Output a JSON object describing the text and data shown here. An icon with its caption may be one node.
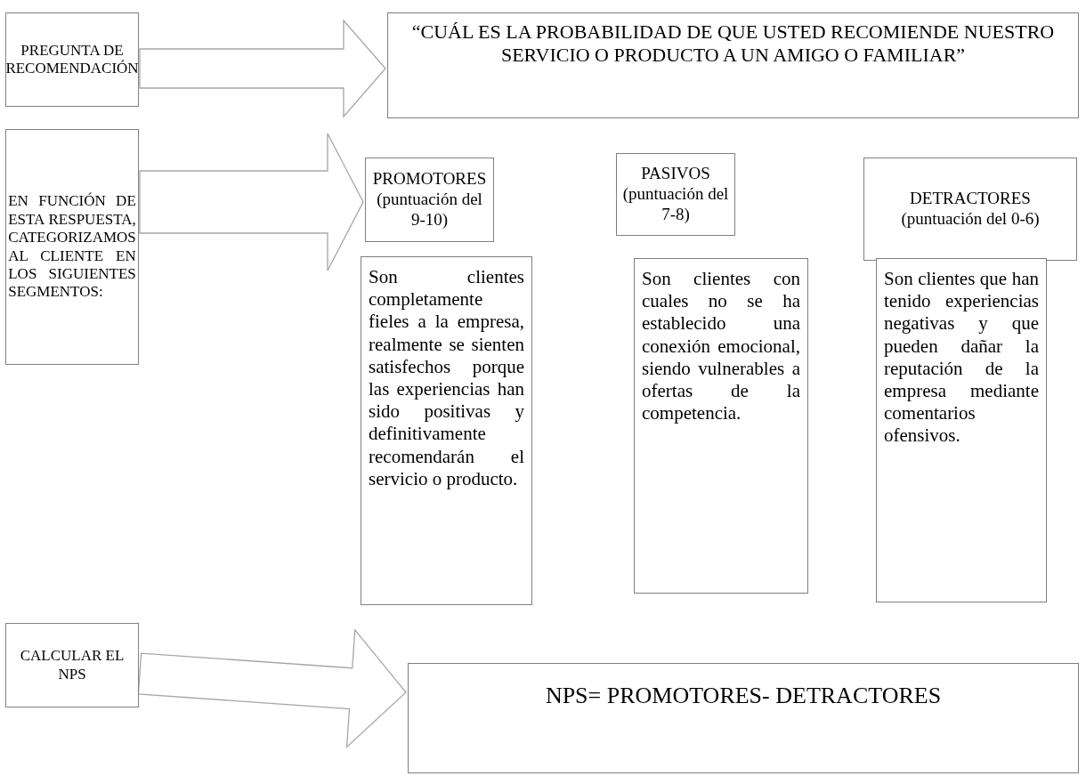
{
  "diagram": {
    "nodes": [
      {
        "text": [
          "PREGUNTA DE RECOMENDACIÓN"
        ]
      },
      {
        "text": [
          "“CUÁL ES LA PROBABILIDAD DE QUE USTED RECOMIENDE NUESTRO SERVICIO O PRODUCTO A UN AMIGO O FAMILIAR”"
        ]
      },
      {
        "text": [
          "EN FUNCIÓN DE ESTA RESPUESTA, CATEGORIZAMOS AL CLIENTE EN LOS SIGUIENTES SEGMENTOS:"
        ]
      },
      {
        "text": [
          "PROMOTORES (puntuación del 9-10)"
        ]
      },
      {
        "text": [
          "PASIVOS (puntuación del 7-8)"
        ]
      },
      {
        "text": [
          "DETRACTORES (puntuación del 0-6)"
        ]
      },
      {
        "text": [
          "Son clientes completamente fieles a la empresa, realmente se sienten satisfechos porque las experiencias han sido positivas y definitivamente recomendarán el servicio o producto."
        ]
      },
      {
        "text": [
          "Son clientes con cuales no se ha establecido una conexión emocional, siendo vulnerables a ofertas de la competencia."
        ]
      },
      {
        "text": [
          "Son clientes que han tenido experiencias negativas y que pueden dañar la reputación de la empresa mediante comentarios ofensivos."
        ]
      },
      {
        "text": [
          "CALCULAR EL NPS"
        ]
      },
      {
        "text": [
          "NPS= PROMOTORES- DETRACTORES"
        ]
      }
    ],
    "edges": [
      {
        "from": 0,
        "to": 1,
        "arrow": "to"
      },
      {
        "from": 2,
        "to": 3,
        "arrow": "to"
      },
      {
        "from": 9,
        "to": 10,
        "arrow": "to"
      }
    ]
  }
}
